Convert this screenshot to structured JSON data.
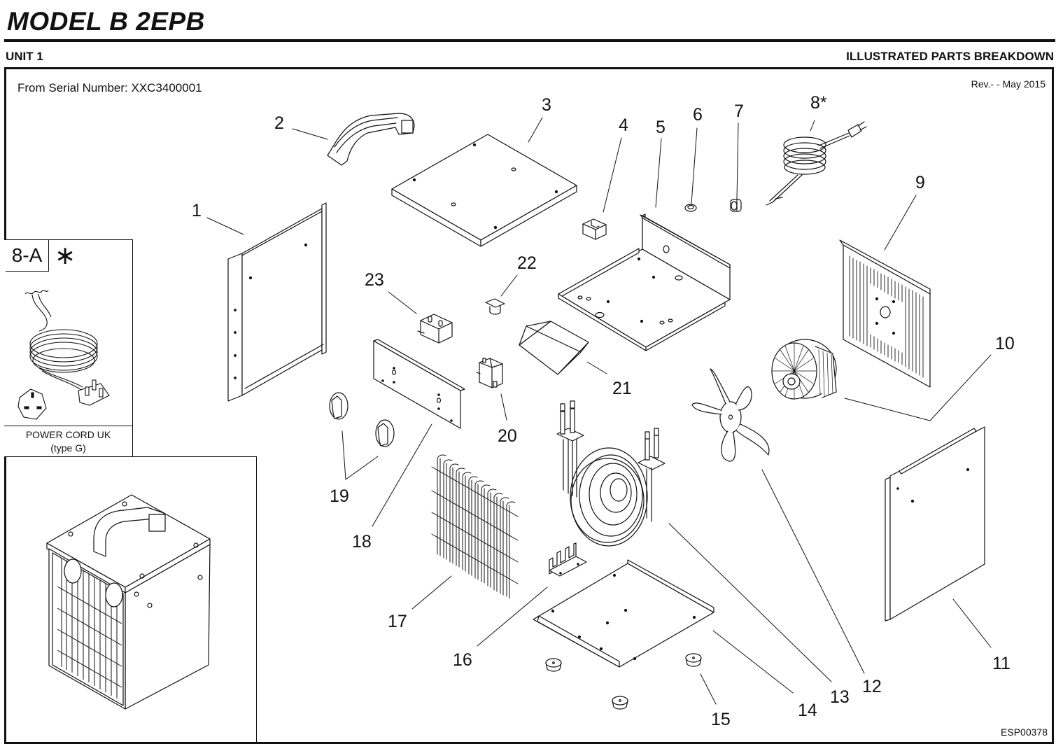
{
  "header": {
    "title": "MODEL  B 2EPB",
    "unit": "UNIT 1",
    "section": "ILLUSTRATED PARTS BREAKDOWN"
  },
  "frame": {
    "serial": "From Serial Number:  XXC3400001",
    "revision": "Rev.- - May 2015",
    "drawing_code": "ESP00378"
  },
  "inset_power_cord": {
    "tag": "8-A",
    "marker": "∗",
    "caption_line1": "POWER CORD  UK",
    "caption_line2": "(type G)"
  },
  "callouts": [
    {
      "id": "1",
      "label": "1"
    },
    {
      "id": "2",
      "label": "2"
    },
    {
      "id": "3",
      "label": "3"
    },
    {
      "id": "4",
      "label": "4"
    },
    {
      "id": "5",
      "label": "5"
    },
    {
      "id": "6",
      "label": "6"
    },
    {
      "id": "7",
      "label": "7"
    },
    {
      "id": "8",
      "label": "8*"
    },
    {
      "id": "9",
      "label": "9"
    },
    {
      "id": "10",
      "label": "10"
    },
    {
      "id": "11",
      "label": "11"
    },
    {
      "id": "12",
      "label": "12"
    },
    {
      "id": "13",
      "label": "13"
    },
    {
      "id": "14",
      "label": "14"
    },
    {
      "id": "15",
      "label": "15"
    },
    {
      "id": "16",
      "label": "16"
    },
    {
      "id": "17",
      "label": "17"
    },
    {
      "id": "18",
      "label": "18"
    },
    {
      "id": "19",
      "label": "19"
    },
    {
      "id": "20",
      "label": "20"
    },
    {
      "id": "21",
      "label": "21"
    },
    {
      "id": "22",
      "label": "22"
    },
    {
      "id": "23",
      "label": "23"
    }
  ]
}
